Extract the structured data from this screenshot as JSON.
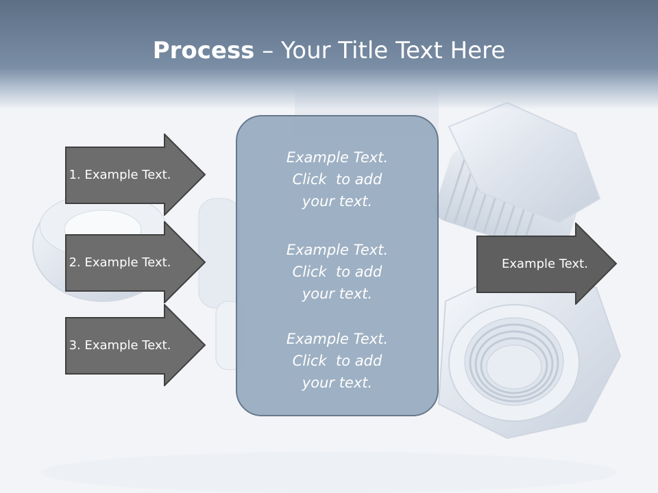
{
  "title": {
    "bold": "Process",
    "rest": " – Your Title Text Here"
  },
  "left_arrows": [
    {
      "label": "1. Example Text."
    },
    {
      "label": "2. Example Text."
    },
    {
      "label": "3. Example Text."
    }
  ],
  "center_box": {
    "blocks": [
      {
        "line1": "Example Text.",
        "line2": "Click  to add",
        "line3": "your text."
      },
      {
        "line1": "Example Text.",
        "line2": "Click  to add",
        "line3": "your text."
      },
      {
        "line1": "Example Text.",
        "line2": "Click  to add",
        "line3": "your text."
      }
    ]
  },
  "right_arrow": {
    "label": "Example Text."
  },
  "colors": {
    "header": "#6f8299",
    "arrow_fill": "#6d6d6d",
    "box_fill": "#92a6bc",
    "text": "#ffffff"
  }
}
